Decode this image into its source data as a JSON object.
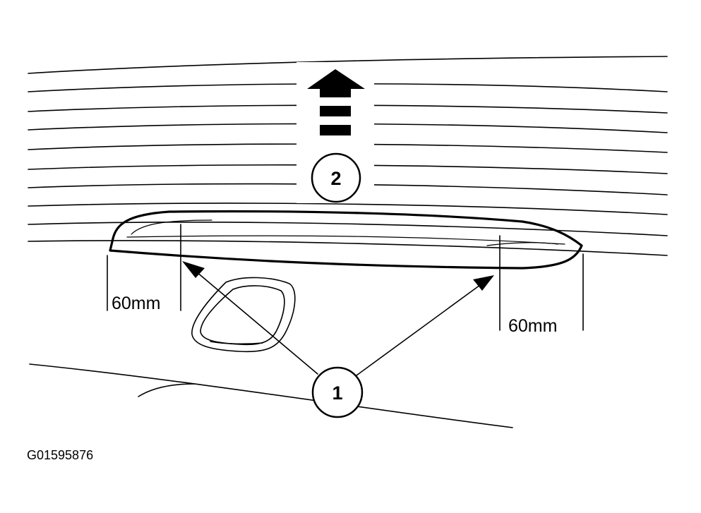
{
  "callouts": {
    "one": "1",
    "two": "2"
  },
  "dimensions": {
    "left": "60mm",
    "right": "60mm"
  },
  "figure_id": "G01595876"
}
